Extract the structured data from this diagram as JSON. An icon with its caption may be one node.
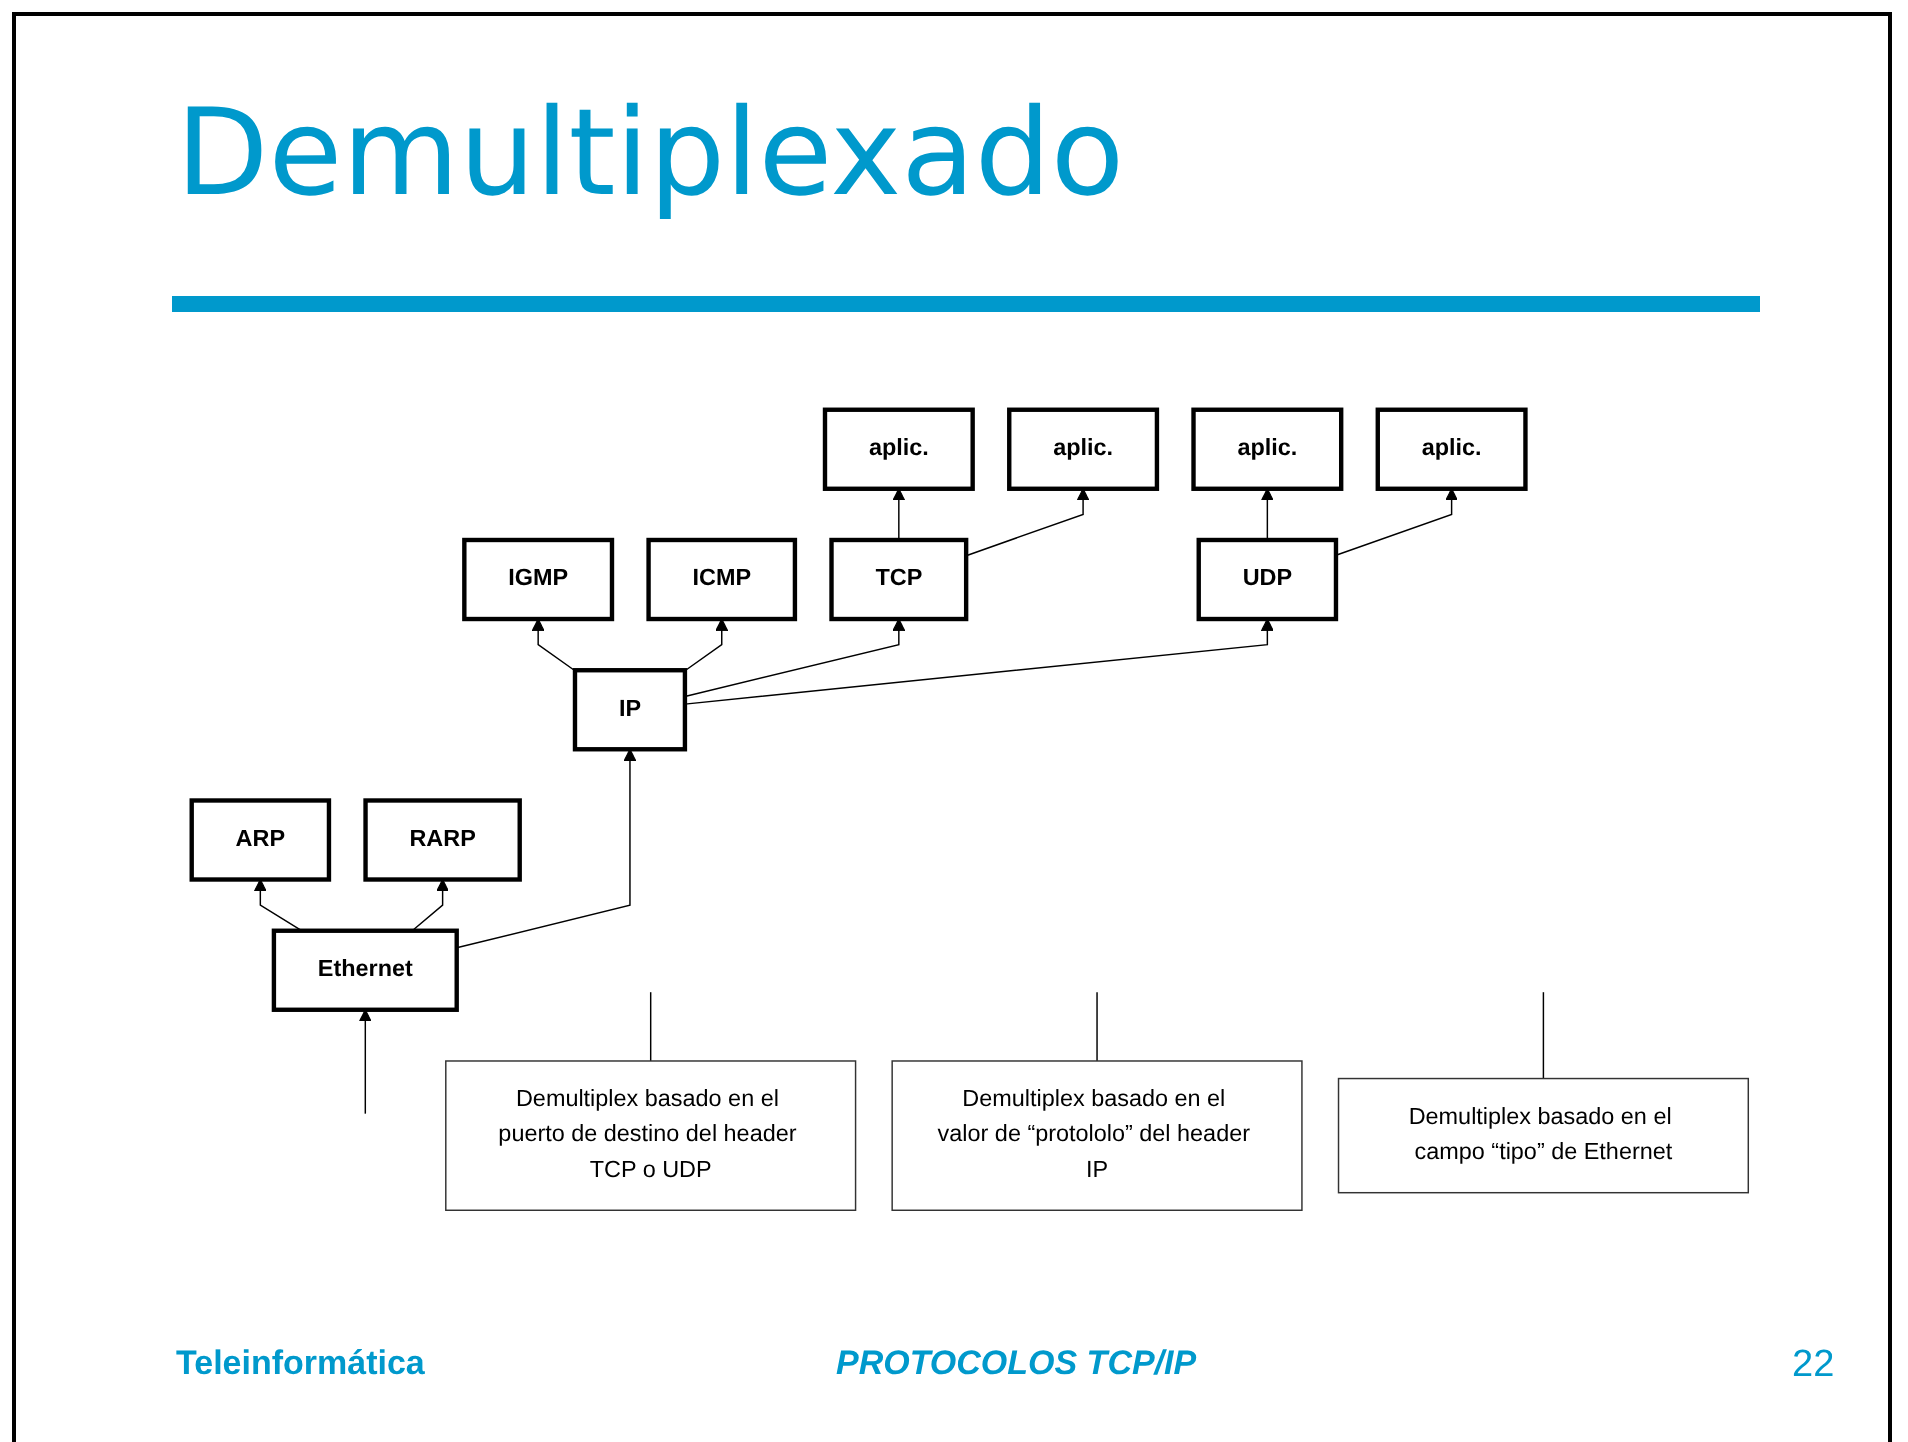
{
  "diagram": {
    "title": "Demultiplexado",
    "nodes": [
      {
        "text": [
          "aplic."
        ]
      },
      {
        "text": [
          "aplic."
        ]
      },
      {
        "text": [
          "aplic."
        ]
      },
      {
        "text": [
          "aplic."
        ]
      },
      {
        "text": [
          "TCP"
        ]
      },
      {
        "text": [
          "UDP"
        ]
      },
      {
        "text": [
          "Demultiplex basado en el puerto de destino del header TCP o UDP"
        ]
      },
      {
        "text": [
          "IGMP"
        ]
      },
      {
        "text": [
          "ICMP"
        ]
      },
      {
        "text": [
          "IP"
        ]
      },
      {
        "text": [
          "Demultiplex basado en el valor de “protololo” del header IP"
        ]
      },
      {
        "text": [
          "ARP"
        ]
      },
      {
        "text": [
          "RARP"
        ]
      },
      {
        "text": [
          "Ethernet"
        ]
      },
      {
        "text": [
          "Demultiplex basado en el campo “tipo” de Ethernet"
        ]
      }
    ],
    "edges": [
      {
        "from": 4,
        "to": 0,
        "arrow": "to"
      },
      {
        "from": 4,
        "to": 1,
        "arrow": "to"
      },
      {
        "from": 5,
        "to": 2,
        "arrow": "to"
      },
      {
        "from": 5,
        "to": 3,
        "arrow": "to"
      },
      {
        "from": 9,
        "to": 7,
        "arrow": "to"
      },
      {
        "from": 9,
        "to": 8,
        "arrow": "to"
      },
      {
        "from": 9,
        "to": 4,
        "arrow": "to"
      },
      {
        "from": 9,
        "to": 5,
        "arrow": "to"
      },
      {
        "from": 13,
        "to": 11,
        "arrow": "to"
      },
      {
        "from": 13,
        "to": 9,
        "arrow": "to"
      },
      {
        "from": 13,
        "to": 12,
        "arrow": "to"
      },
      {
        "from": null,
        "to": 13,
        "arrow": "to"
      },
      {
        "from": 6,
        "to": null,
        "arrow": "none"
      },
      {
        "from": 10,
        "to": null,
        "arrow": "none"
      },
      {
        "from": 14,
        "to": null,
        "arrow": "none"
      }
    ],
    "labels": [
      "Teleinformática",
      "PROTOCOLOS TCP/IP",
      "22"
    ]
  }
}
